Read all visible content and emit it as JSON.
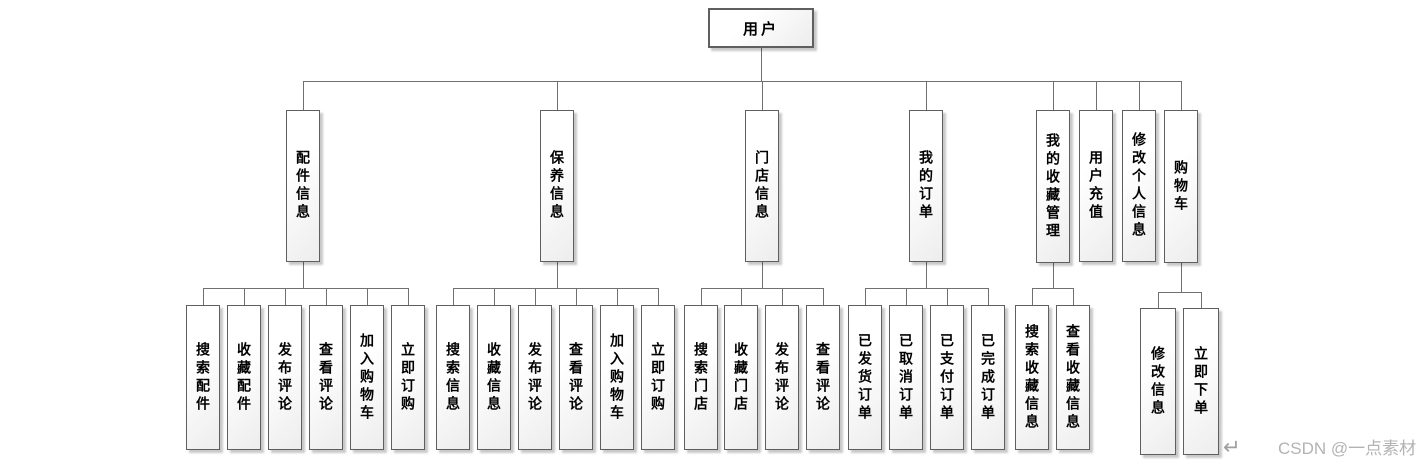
{
  "diagram": {
    "root": {
      "label": "用户"
    },
    "branches": [
      {
        "label": "配件信息",
        "children": [
          "搜索配件",
          "收藏配件",
          "发布评论",
          "查看评论",
          "加入购物车",
          "立即订购"
        ]
      },
      {
        "label": "保养信息",
        "children": [
          "搜索信息",
          "收藏信息",
          "发布评论",
          "查看评论",
          "加入购物车",
          "立即订购"
        ]
      },
      {
        "label": "门店信息",
        "children": [
          "搜索门店",
          "收藏门店",
          "发布评论",
          "查看评论"
        ]
      },
      {
        "label": "我的订单",
        "children": [
          "已发货订单",
          "已取消订单",
          "已支付订单",
          "已完成订单"
        ]
      },
      {
        "label": "我的收藏管理",
        "children": [
          "搜索收藏信息",
          "查看收藏信息"
        ]
      },
      {
        "label": "用户充值",
        "children": []
      },
      {
        "label": "修改个人信息",
        "children": []
      },
      {
        "label": "购物车",
        "children": [
          "修改信息",
          "立即下单"
        ]
      }
    ]
  },
  "watermark": {
    "arrow": "↵",
    "text": "CSDN @一点素材"
  },
  "colors": {
    "line": "#707070",
    "box_border": "#5f5f5f",
    "box_fill_start": "#ffffff",
    "box_fill_end": "#ededed",
    "watermark_text": "#b3b3b3"
  }
}
